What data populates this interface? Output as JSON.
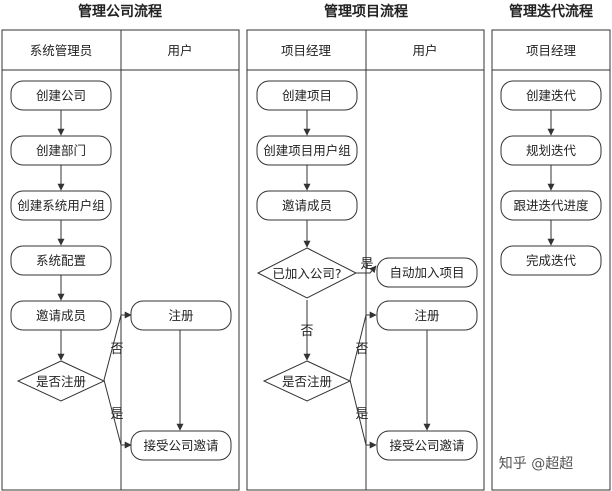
{
  "pools": [
    {
      "id": "company",
      "title": "管理公司流程",
      "lanes": [
        "系统管理员",
        "用户"
      ],
      "nodes": [
        {
          "id": "c1",
          "label": "创建公司",
          "shape": "process",
          "lane": 0
        },
        {
          "id": "c2",
          "label": "创建部门",
          "shape": "process",
          "lane": 0
        },
        {
          "id": "c3",
          "label": "创建系统用户组",
          "shape": "process",
          "lane": 0
        },
        {
          "id": "c4",
          "label": "系统配置",
          "shape": "process",
          "lane": 0
        },
        {
          "id": "c5",
          "label": "邀请成员",
          "shape": "process",
          "lane": 0
        },
        {
          "id": "c6",
          "label": "是否注册",
          "shape": "decision",
          "lane": 0
        },
        {
          "id": "c7",
          "label": "注册",
          "shape": "process",
          "lane": 1
        },
        {
          "id": "c8",
          "label": "接受公司邀请",
          "shape": "process",
          "lane": 1
        }
      ],
      "edges": [
        {
          "from": "c1",
          "to": "c2",
          "label": ""
        },
        {
          "from": "c2",
          "to": "c3",
          "label": ""
        },
        {
          "from": "c3",
          "to": "c4",
          "label": ""
        },
        {
          "from": "c4",
          "to": "c5",
          "label": ""
        },
        {
          "from": "c5",
          "to": "c6",
          "label": ""
        },
        {
          "from": "c6",
          "to": "c7",
          "label": "否"
        },
        {
          "from": "c6",
          "to": "c8",
          "label": "是"
        },
        {
          "from": "c7",
          "to": "c8",
          "label": ""
        }
      ]
    },
    {
      "id": "project",
      "title": "管理项目流程",
      "lanes": [
        "项目经理",
        "用户"
      ],
      "nodes": [
        {
          "id": "p1",
          "label": "创建项目",
          "shape": "process",
          "lane": 0
        },
        {
          "id": "p2",
          "label": "创建项目用户组",
          "shape": "process",
          "lane": 0
        },
        {
          "id": "p3",
          "label": "邀请成员",
          "shape": "process",
          "lane": 0
        },
        {
          "id": "p4",
          "label": "已加入公司?",
          "shape": "decision",
          "lane": 0
        },
        {
          "id": "p5",
          "label": "自动加入项目",
          "shape": "process",
          "lane": 1
        },
        {
          "id": "p6",
          "label": "是否注册",
          "shape": "decision",
          "lane": 0
        },
        {
          "id": "p7",
          "label": "注册",
          "shape": "process",
          "lane": 1
        },
        {
          "id": "p8",
          "label": "接受公司邀请",
          "shape": "process",
          "lane": 1
        }
      ],
      "edges": [
        {
          "from": "p1",
          "to": "p2",
          "label": ""
        },
        {
          "from": "p2",
          "to": "p3",
          "label": ""
        },
        {
          "from": "p3",
          "to": "p4",
          "label": ""
        },
        {
          "from": "p4",
          "to": "p5",
          "label": "是"
        },
        {
          "from": "p4",
          "to": "p6",
          "label": "否"
        },
        {
          "from": "p6",
          "to": "p7",
          "label": "否"
        },
        {
          "from": "p6",
          "to": "p8",
          "label": "是"
        },
        {
          "from": "p7",
          "to": "p8",
          "label": ""
        }
      ]
    },
    {
      "id": "iteration",
      "title": "管理迭代流程",
      "lanes": [
        "项目经理"
      ],
      "nodes": [
        {
          "id": "i1",
          "label": "创建迭代",
          "shape": "process",
          "lane": 0
        },
        {
          "id": "i2",
          "label": "规划迭代",
          "shape": "process",
          "lane": 0
        },
        {
          "id": "i3",
          "label": "跟进迭代进度",
          "shape": "process",
          "lane": 0
        },
        {
          "id": "i4",
          "label": "完成迭代",
          "shape": "process",
          "lane": 0
        }
      ],
      "edges": [
        {
          "from": "i1",
          "to": "i2",
          "label": ""
        },
        {
          "from": "i2",
          "to": "i3",
          "label": ""
        },
        {
          "from": "i3",
          "to": "i4",
          "label": ""
        }
      ]
    }
  ],
  "watermark": "知乎 @超超"
}
